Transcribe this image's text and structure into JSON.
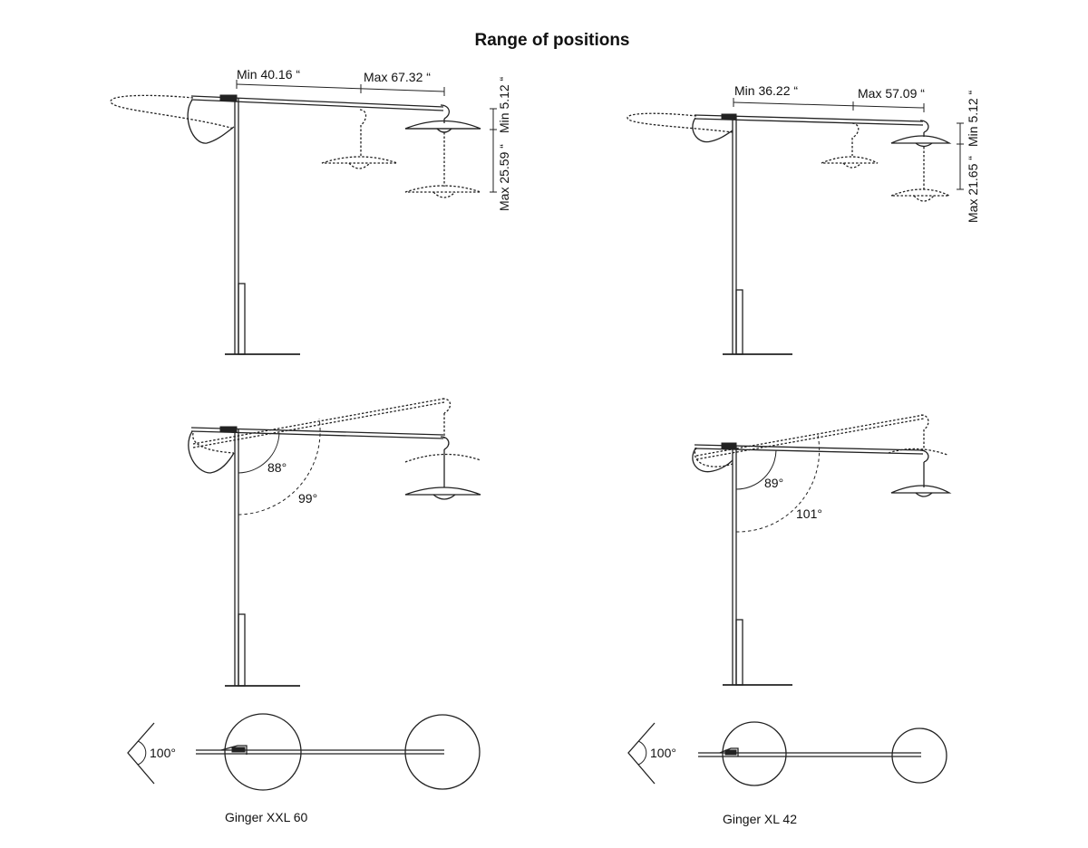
{
  "title": "Range of positions",
  "lamps": [
    {
      "model": "Ginger XXL 60",
      "reach_min": "Min 40.16 “",
      "reach_max": "Max 67.32 “",
      "drop_min": "Min 5.12 “",
      "drop_max": "Max 25.59 “",
      "tilt_angle_solid": "88°",
      "tilt_angle_dashed": "99°",
      "rotation_angle": "100°"
    },
    {
      "model": "Ginger XL 42",
      "reach_min": "Min 36.22 “",
      "reach_max": "Max 57.09 “",
      "drop_min": "Min 5.12 “",
      "drop_max": "Max 21.65 “",
      "tilt_angle_solid": "89°",
      "tilt_angle_dashed": "101°",
      "rotation_angle": "100°"
    }
  ]
}
